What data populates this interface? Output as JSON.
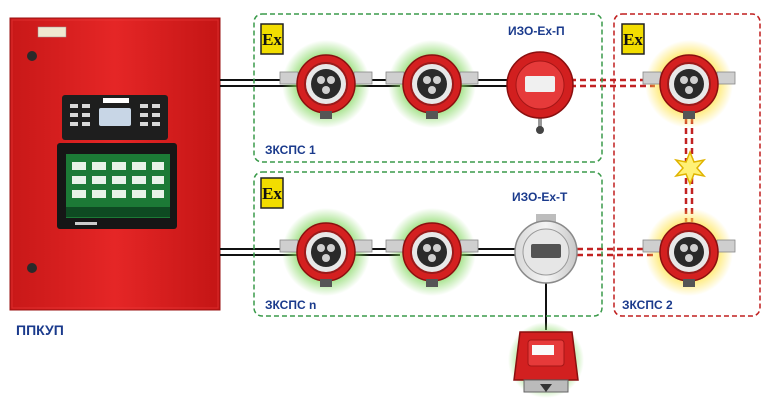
{
  "panel": {
    "label": "ППКУП"
  },
  "zones": [
    {
      "id": "zone1",
      "label": "ЗКСПС 1",
      "ex_mark": "Ex"
    },
    {
      "id": "zonen",
      "label": "ЗКСПС n",
      "ex_mark": "Ex"
    },
    {
      "id": "zone2",
      "label": "ЗКСПС 2",
      "ex_mark": "Ex"
    }
  ],
  "isolators": [
    {
      "label": "ИЗО-Ex-П"
    },
    {
      "label": "ИЗО-Ex-Т"
    }
  ],
  "colors": {
    "panel_red": "#e02020",
    "zone_green": "#3a9a4a",
    "zone_red": "#c01f1f",
    "ex_yellow": "#f2dd00",
    "label_blue": "#1a3a8c",
    "link_red": "#c22222"
  }
}
